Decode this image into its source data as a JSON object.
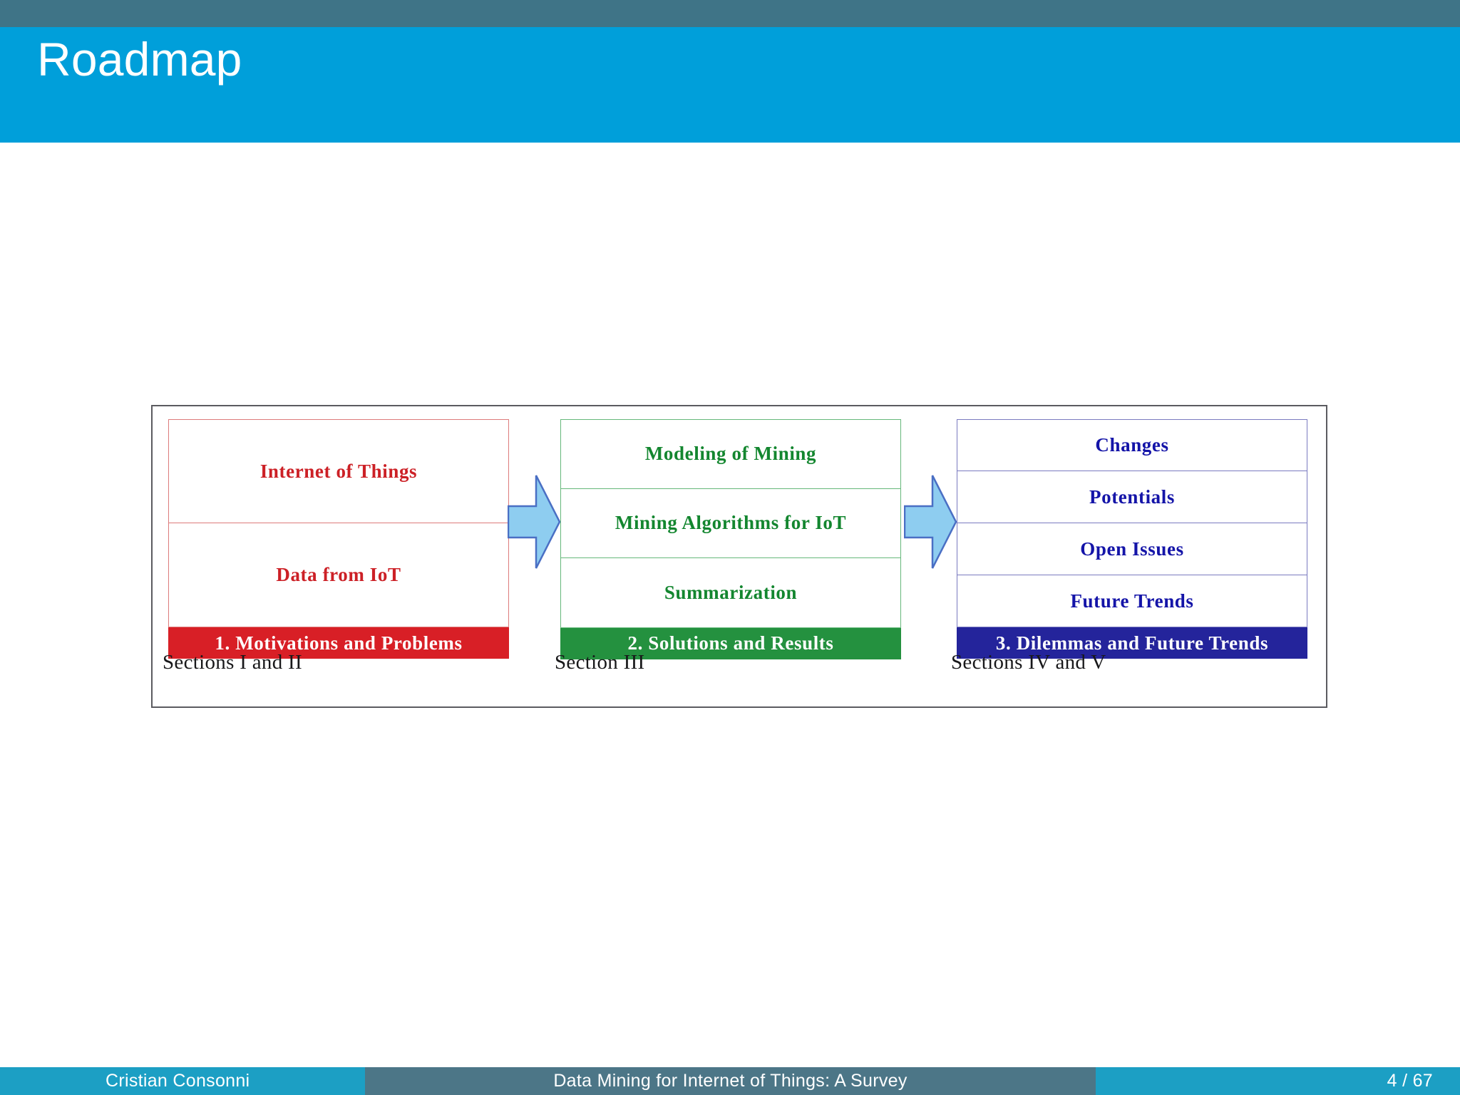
{
  "slide": {
    "title": "Roadmap",
    "header_band_color": "#009fda",
    "top_strip_color": "#3f7487"
  },
  "figure": {
    "frame_border_color": "#5b5b60",
    "columns": [
      {
        "id": "motivations",
        "accent_color": "#d81f26",
        "text_color": "#cc2026",
        "cells": [
          "Internet of Things",
          "Data from IoT"
        ],
        "banner": "1. Motivations and Problems",
        "caption": "Sections I and II"
      },
      {
        "id": "solutions",
        "accent_color": "#24913f",
        "text_color": "#13862f",
        "cells": [
          "Modeling of Mining",
          "Mining Algorithms for IoT",
          "Summarization"
        ],
        "banner": "2. Solutions and Results",
        "caption": "Section III"
      },
      {
        "id": "dilemmas",
        "accent_color": "#24249b",
        "text_color": "#1414a8",
        "cells": [
          "Changes",
          "Potentials",
          "Open Issues",
          "Future Trends"
        ],
        "banner": "3. Dilemmas and Future Trends",
        "caption": "Sections IV and V"
      }
    ],
    "arrows": [
      {
        "name": "arrow-motivations-to-solutions",
        "direction": "right",
        "fill": "#8ecdf0",
        "stroke": "#4a6fc4"
      },
      {
        "name": "arrow-solutions-to-dilemmas",
        "direction": "right",
        "fill": "#8ecdf0",
        "stroke": "#4a6fc4"
      }
    ]
  },
  "footer": {
    "author": "Cristian Consonni",
    "title": "Data Mining for Internet of Things: A Survey",
    "page": "4 / 67",
    "accent_color": "#1c9fc4",
    "mid_color": "#4c7687"
  }
}
